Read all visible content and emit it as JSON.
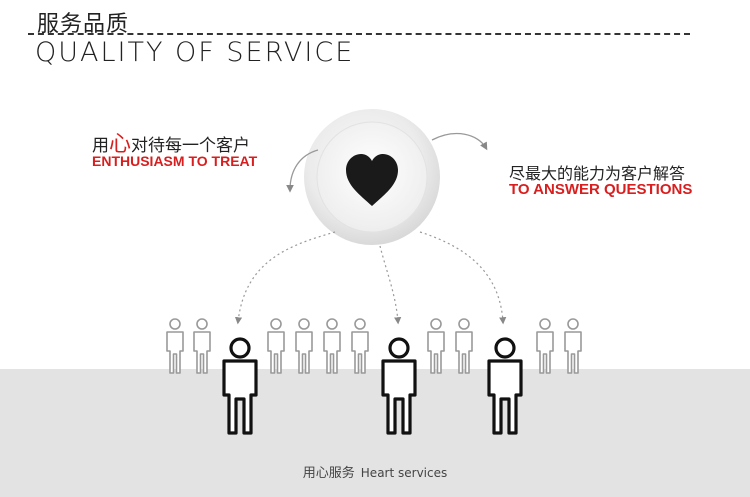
{
  "header": {
    "title_cn": "服务品质",
    "title_en": "QUALITY OF SERVICE"
  },
  "left_slogan": {
    "cn_prefix": "用",
    "cn_highlight": "心",
    "cn_suffix": "对待每一个客户",
    "en": "ENTHUSIASM TO TREAT"
  },
  "right_slogan": {
    "cn": "尽最大的能力为客户解答",
    "en": "TO ANSWER QUESTIONS"
  },
  "caption": {
    "cn": "用心服务",
    "en": "Heart services"
  },
  "colors": {
    "accent": "#d81e1e",
    "text": "#222222",
    "floor": "#e3e3e3",
    "heart": "#1a1a1a"
  },
  "icons": [
    "heart-icon",
    "person-icon",
    "dotted-arrow",
    "curved-arrow"
  ]
}
